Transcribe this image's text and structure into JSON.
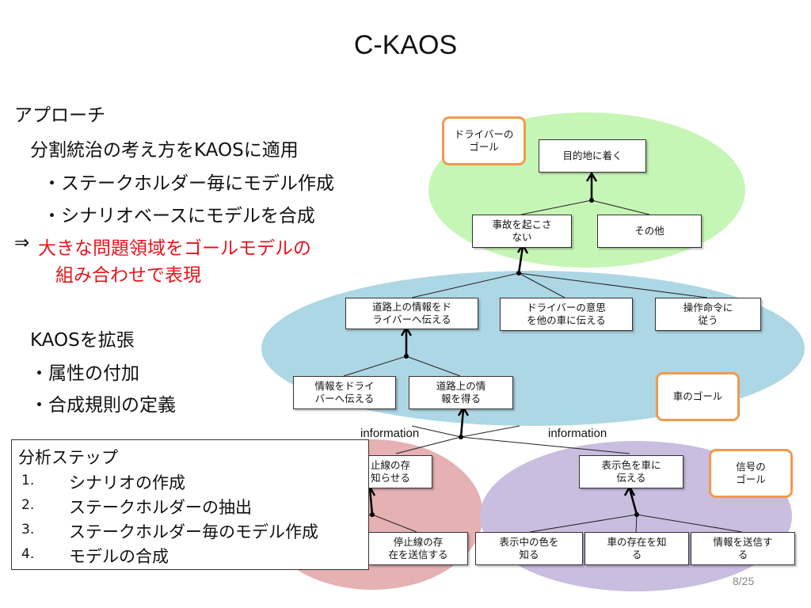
{
  "slide": {
    "title": "C-KAOS",
    "page_number": "8/25"
  },
  "approach": {
    "heading": "アプローチ",
    "line1": "分割統治の考え方をKAOSに適用",
    "bullet1": "・ステークホルダー毎にモデル作成",
    "bullet2": "・シナリオベースにモデルを合成",
    "arrow": "⇒",
    "conclusion_line1": "大きな問題領域をゴールモデルの",
    "conclusion_line2": "組み合わせで表現"
  },
  "kaos_ext": {
    "heading": "KAOSを拡張",
    "bullet1": "・属性の付加",
    "bullet2": "・合成規則の定義"
  },
  "analysis": {
    "heading": "分析ステップ",
    "steps": [
      {
        "num": "1.",
        "text": "シナリオの作成"
      },
      {
        "num": "2.",
        "text": "ステークホルダーの抽出"
      },
      {
        "num": "3.",
        "text": "ステークホルダー毎のモデル作成"
      },
      {
        "num": "4.",
        "text": "モデルの合成"
      }
    ]
  },
  "diagram": {
    "labels": {
      "driver_goal": "ドライバーの\nゴール",
      "car_goal": "車のゴール",
      "signal_goal": "信号の\nゴール"
    },
    "nodes": {
      "destination": "目的地に着く",
      "no_accident": "事故を起こさ\nない",
      "other": "その他",
      "road_info_to_driver": "道路上の情報をド\nライバーへ伝える",
      "driver_intent": "ドライバーの意思\nを他の車に伝える",
      "follow_command": "操作命令に\n従う",
      "info_to_driver": "情報をドライ\nバーへ伝える",
      "get_road_info": "道路上の情\n報を得る",
      "stop_line_notify": "止線の存\n知らせる",
      "show_color_to_car": "表示色を車に\n伝える",
      "send_stop_line": "停止線の存\n在を送信する",
      "know_display_color": "表示中の色を\n知る",
      "know_car_exists": "車の存在を知\nる",
      "send_info": "情報を送信す\nる"
    },
    "info_left": "information",
    "info_right": "information"
  }
}
